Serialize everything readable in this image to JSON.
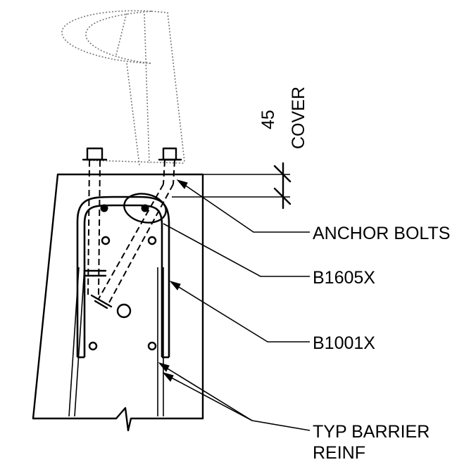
{
  "dimension": {
    "value": "45",
    "note": "COVER"
  },
  "callouts": {
    "anchor_bolts": "ANCHOR  BOLTS",
    "bar_b1605x": "B1605X",
    "bar_b1001x": "B1001X",
    "barrier_reinf_line1": "TYP  BARRIER",
    "barrier_reinf_line2": "REINF"
  }
}
